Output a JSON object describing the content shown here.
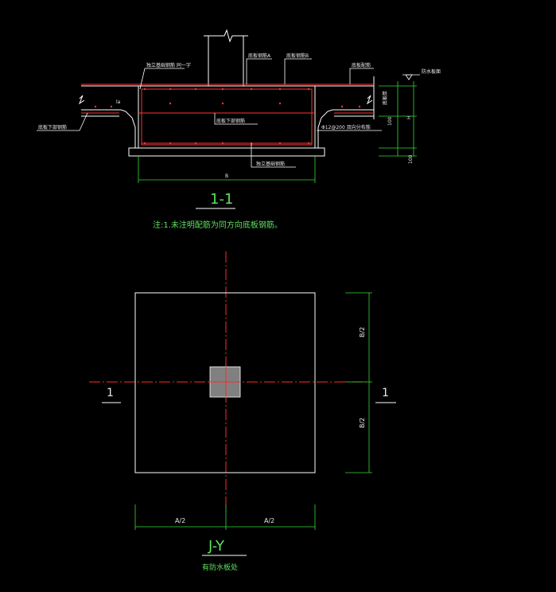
{
  "section": {
    "title": "1-1",
    "note": "注:1.未注明配筋为同方向底板钢筋。",
    "labels": {
      "top_left_leader": "独立基础钢筋 同一字",
      "top_mid_a": "底板钢筋A",
      "top_mid_b": "底板钢筋B",
      "top_right": "底板配筋",
      "top_right_mark": "防水板面",
      "slab_bottom": "底板下部钢筋",
      "left_slab": "底板下部钢筋",
      "right_stirrup": "Φ12@200 双向分布筋",
      "bottom": "独立基础钢筋",
      "la": "la",
      "right_v1": "底板厚",
      "h": "H",
      "v100": "100",
      "b": "B",
      "small": "100"
    }
  },
  "plan": {
    "title": "J-Y",
    "subtitle": "有防水板处",
    "cut_left": "1",
    "cut_right": "1",
    "dim_a_left": "A/2",
    "dim_a_right": "A/2",
    "dim_b_top": "B/2",
    "dim_b_bottom": "B/2"
  },
  "colors": {
    "background": "#000000",
    "outline": "#ffffff",
    "rebar": "#ff3333",
    "centerline": "#ff2a2a",
    "dimension": "#33dd33",
    "column": "#808080",
    "text_green": "#5ee05e"
  }
}
